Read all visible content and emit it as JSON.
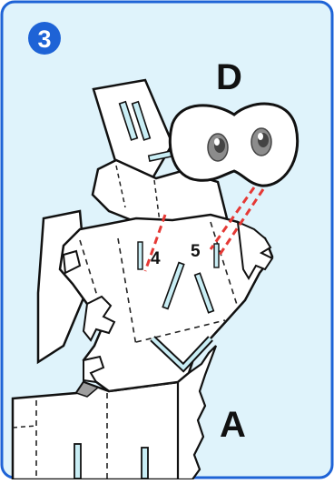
{
  "step": {
    "number": "3",
    "badge_color": "#1e63d6",
    "border_color": "#1e63d6",
    "panel_color": "#dff3fb"
  },
  "labels": {
    "d": "D",
    "a": "A",
    "four": "4",
    "five": "5"
  },
  "colors": {
    "guide_line": "#e53935",
    "fold_line": "#222222",
    "paper": "#ffffff",
    "slot": "#c9eef5",
    "shadow_tab": "#9e9e9e"
  }
}
